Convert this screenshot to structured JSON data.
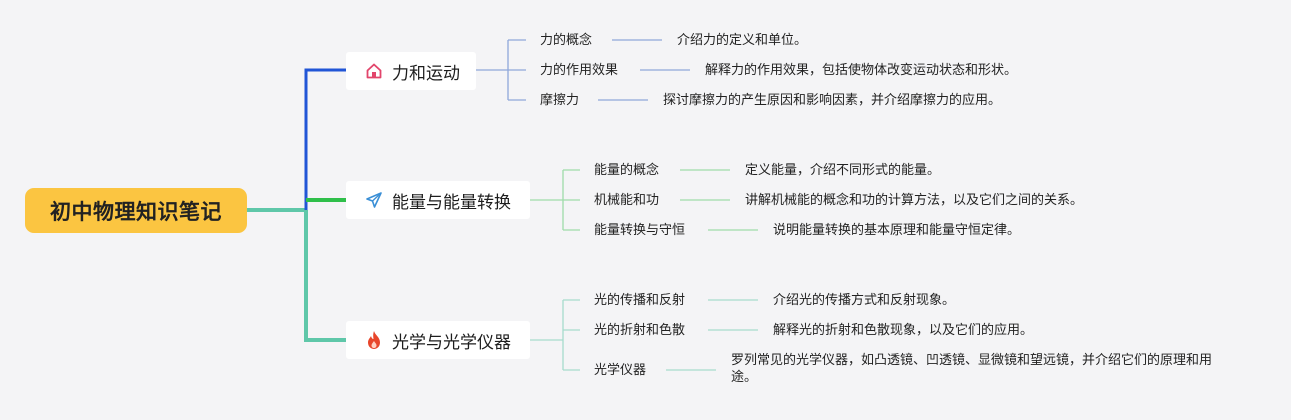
{
  "root": {
    "label": "初中物理知识笔记"
  },
  "branches": [
    {
      "label": "力和运动",
      "icon": "home-icon",
      "color": "#2155d6",
      "topics": [
        {
          "label": "力的概念",
          "detail": "介绍力的定义和单位。"
        },
        {
          "label": "力的作用效果",
          "detail": "解释力的作用效果，包括使物体改变运动状态和形状。"
        },
        {
          "label": "摩擦力",
          "detail": "探讨摩擦力的产生原因和影响因素，并介绍摩擦力的应用。"
        }
      ]
    },
    {
      "label": "能量与能量转换",
      "icon": "paper-plane-icon",
      "color": "#2fbf4a",
      "topics": [
        {
          "label": "能量的概念",
          "detail": "定义能量，介绍不同形式的能量。"
        },
        {
          "label": "机械能和功",
          "detail": "讲解机械能的概念和功的计算方法，以及它们之间的关系。"
        },
        {
          "label": "能量转换与守恒",
          "detail": "说明能量转换的基本原理和能量守恒定律。"
        }
      ]
    },
    {
      "label": "光学与光学仪器",
      "icon": "flame-icon",
      "color": "#5fc7a9",
      "topics": [
        {
          "label": "光的传播和反射",
          "detail": "介绍光的传播方式和反射现象。"
        },
        {
          "label": "光的折射和色散",
          "detail": "解释光的折射和色散现象，以及它们的应用。"
        },
        {
          "label": "光学仪器",
          "detail": "罗列常见的光学仪器，如凸透镜、凹透镜、显微镜和望远镜，并介绍它们的原理和用途。"
        }
      ]
    }
  ]
}
